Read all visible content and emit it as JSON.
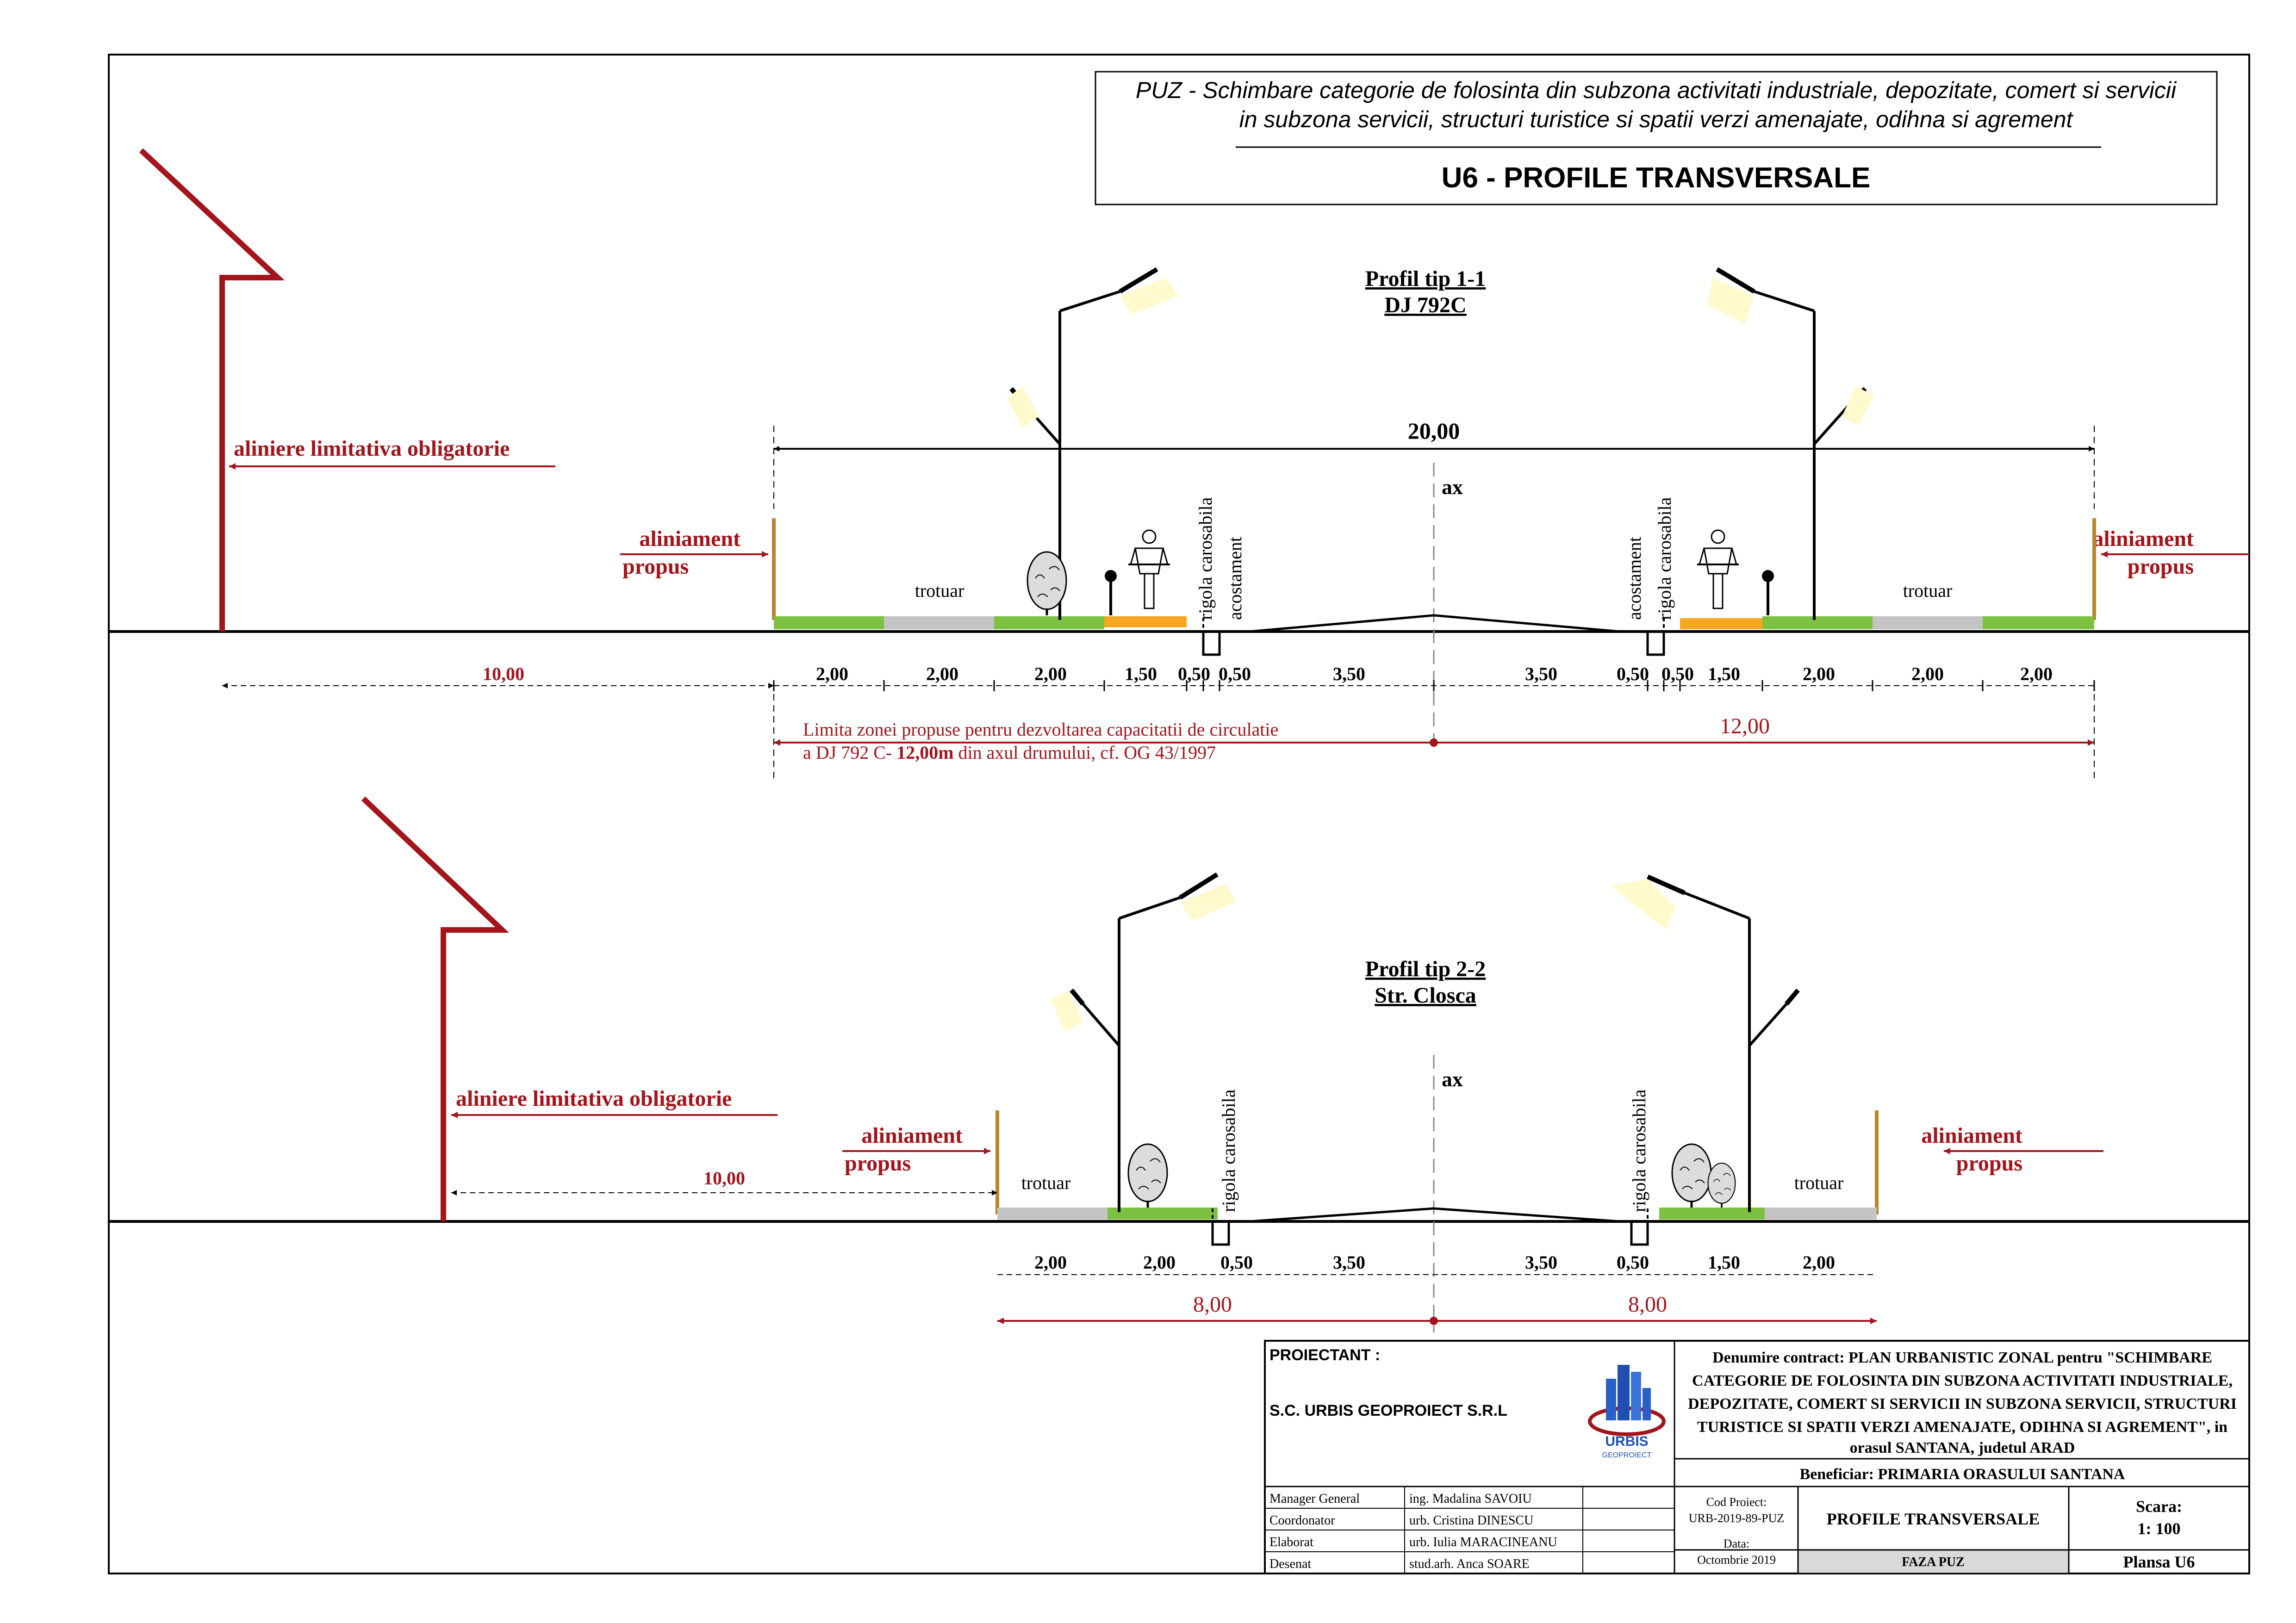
{
  "header": {
    "line1": "PUZ - Schimbare categorie de folosinta din subzona activitati industriale, depozitate, comert si servicii",
    "line2": "in subzona servicii, structuri turistice si spatii verzi amenajate, odihna si agrement",
    "title": "U6 - PROFILE TRANSVERSALE"
  },
  "profile1": {
    "title": "Profil tip 1-1",
    "subtitle": "DJ 792C",
    "total": "20,00",
    "ax": "ax",
    "aliniere": "aliniere limitativa obligatorie",
    "aliniament": "aliniament",
    "propus": "propus",
    "trotuar": "trotuar",
    "rigola": "rigola carosabila",
    "acostament": "acostament",
    "offset": "10,00",
    "dims": [
      "2,00",
      "2,00",
      "2,00",
      "1,50",
      "0,50",
      "0,50",
      "3,50",
      "3,50",
      "0,50",
      "0,50",
      "1,50",
      "2,00",
      "2,00",
      "2,00"
    ],
    "limit_line1": "Limita zonei propuse pentru dezvoltarea capacitatii de circulatie",
    "limit_line2_pre": "a DJ 792 C- ",
    "limit_line2_bold": "12,00m",
    "limit_line2_post": " din axul drumului, cf. OG 43/1997",
    "limit_value": "12,00"
  },
  "profile2": {
    "title": "Profil tip 2-2",
    "subtitle": "Str. Closca",
    "ax": "ax",
    "aliniere": "aliniere limitativa obligatorie",
    "aliniament": "aliniament",
    "propus": "propus",
    "trotuar": "trotuar",
    "rigola": "rigola carosabila",
    "offset": "10,00",
    "dims": [
      "2,00",
      "2,00",
      "0,50",
      "3,50",
      "3,50",
      "0,50",
      "1,50",
      "2,00"
    ],
    "half_left": "8,00",
    "half_right": "8,00"
  },
  "titleblock": {
    "proiectant_label": "PROIECTANT :",
    "company": "S.C. URBIS GEOPROIECT S.R.L",
    "logo_text": "URBIS",
    "logo_sub": "GEOPROIECT",
    "contract_line1": "Denumire contract:  PLAN URBANISTIC  ZONAL pentru \"SCHIMBARE",
    "contract_line2": "CATEGORIE DE FOLOSINTA DIN SUBZONA ACTIVITATI INDUSTRIALE,",
    "contract_line3": "DEPOZITATE, COMERT SI SERVICII IN SUBZONA SERVICII, STRUCTURI",
    "contract_line4": "TURISTICE SI SPATII VERZI AMENAJATE, ODIHNA SI AGREMENT\", in",
    "contract_line5": "orasul SANTANA, judetul ARAD",
    "beneficiar": "Beneficiar: PRIMARIA ORASULUI SANTANA",
    "staff": [
      {
        "role": "Manager General",
        "name": "ing. Madalina SAVOIU"
      },
      {
        "role": "Coordonator",
        "name": "urb. Cristina DINESCU"
      },
      {
        "role": "Elaborat",
        "name": "urb. Iulia MARACINEANU"
      },
      {
        "role": "Desenat",
        "name": "stud.arh. Anca SOARE"
      }
    ],
    "cod_label": "Cod Proiect:",
    "cod_value": "URB-2019-89-PUZ",
    "data_label": "Data:",
    "data_value": "Octombrie 2019",
    "drawing_title": "PROFILE TRANSVERSALE",
    "faza": "FAZA PUZ",
    "scara_label": "Scara:",
    "scara_value": "1: 100",
    "plansa": "Plansa U6"
  },
  "colors": {
    "red": "#a3141b",
    "green": "#7dc142",
    "gray": "#c4c4c4",
    "orange": "#f5a623",
    "curb": "#b8862a",
    "lamp": "#fffacd"
  }
}
